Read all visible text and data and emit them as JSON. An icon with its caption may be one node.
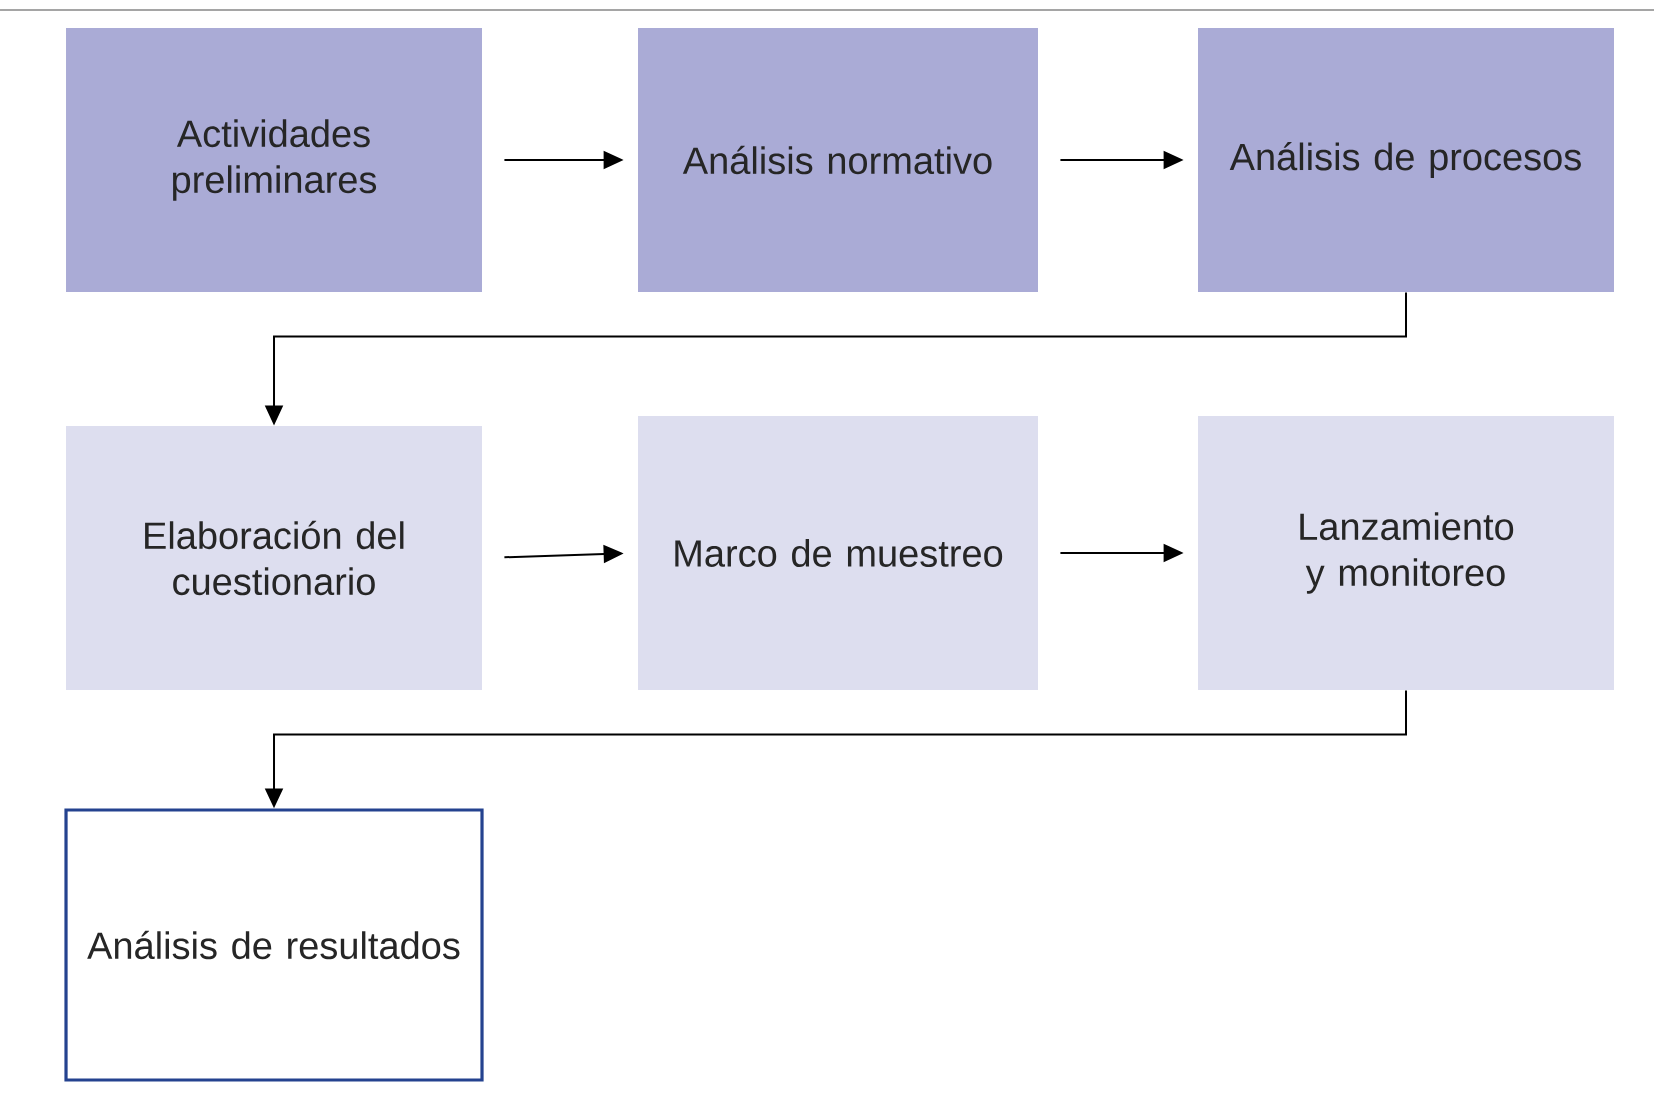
{
  "diagram": {
    "nodes": [
      {
        "text": [
          "Actividades preliminares"
        ]
      },
      {
        "text": [
          "Análisis normativo"
        ]
      },
      {
        "text": [
          "Análisis de procesos"
        ]
      },
      {
        "text": [
          "Elaboración del cuestionario"
        ]
      },
      {
        "text": [
          "Marco de muestreo"
        ]
      },
      {
        "text": [
          "Lanzamiento y monitoreo"
        ]
      },
      {
        "text": [
          "Análisis de resultados"
        ]
      }
    ],
    "edges": [
      {
        "from": 0,
        "to": 1,
        "arrow": "to"
      },
      {
        "from": 1,
        "to": 2,
        "arrow": "to"
      },
      {
        "from": 2,
        "to": 3,
        "arrow": "to"
      },
      {
        "from": 3,
        "to": 4,
        "arrow": "to"
      },
      {
        "from": 4,
        "to": 5,
        "arrow": "to"
      },
      {
        "from": 5,
        "to": 6,
        "arrow": "to"
      }
    ]
  }
}
